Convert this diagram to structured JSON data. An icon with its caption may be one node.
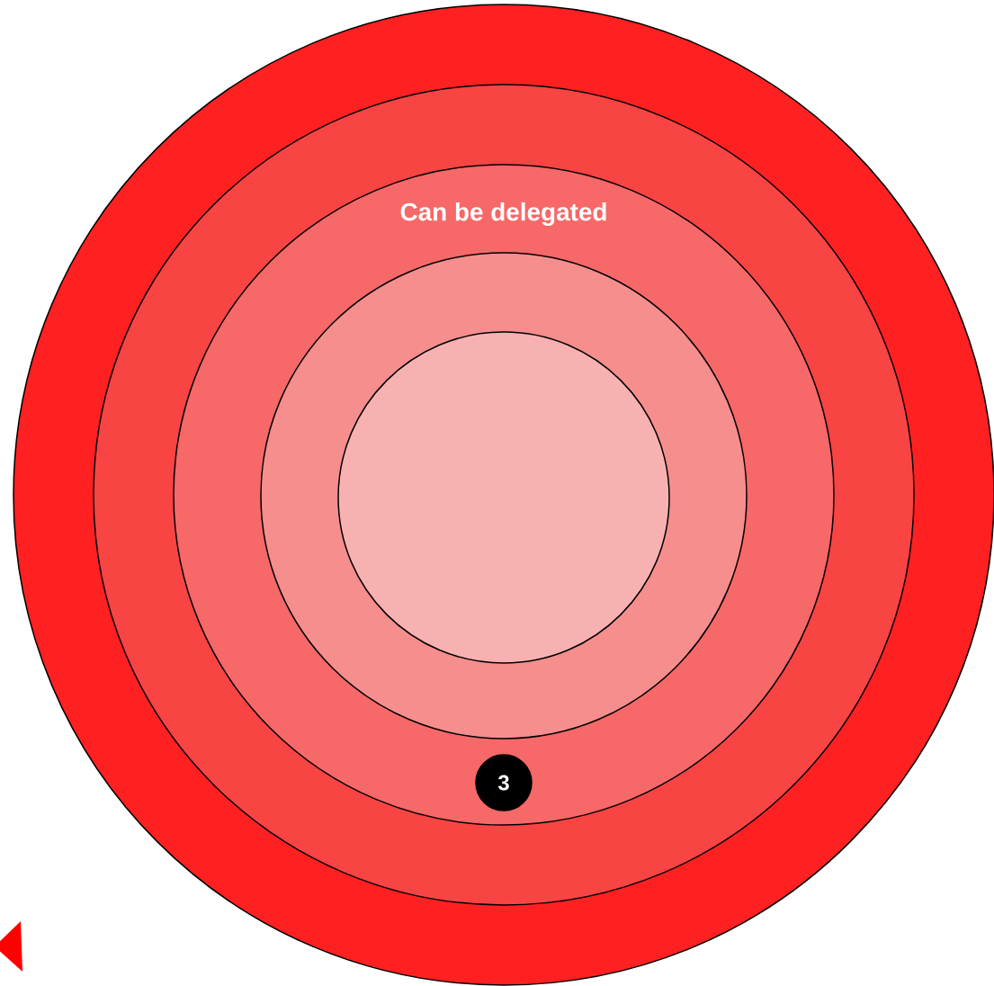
{
  "diagram": {
    "nodes": [
      {
        "text": [],
        "shape": "circle"
      },
      {
        "text": [],
        "shape": "circle",
        "in": 0
      },
      {
        "text": [
          "Can be delegated"
        ],
        "in": 1
      },
      {
        "text": [],
        "shape": "circle",
        "in": 2
      },
      {
        "text": [],
        "shape": "circle",
        "in": 3
      },
      {
        "text": [
          "3"
        ],
        "in": 2
      }
    ]
  }
}
